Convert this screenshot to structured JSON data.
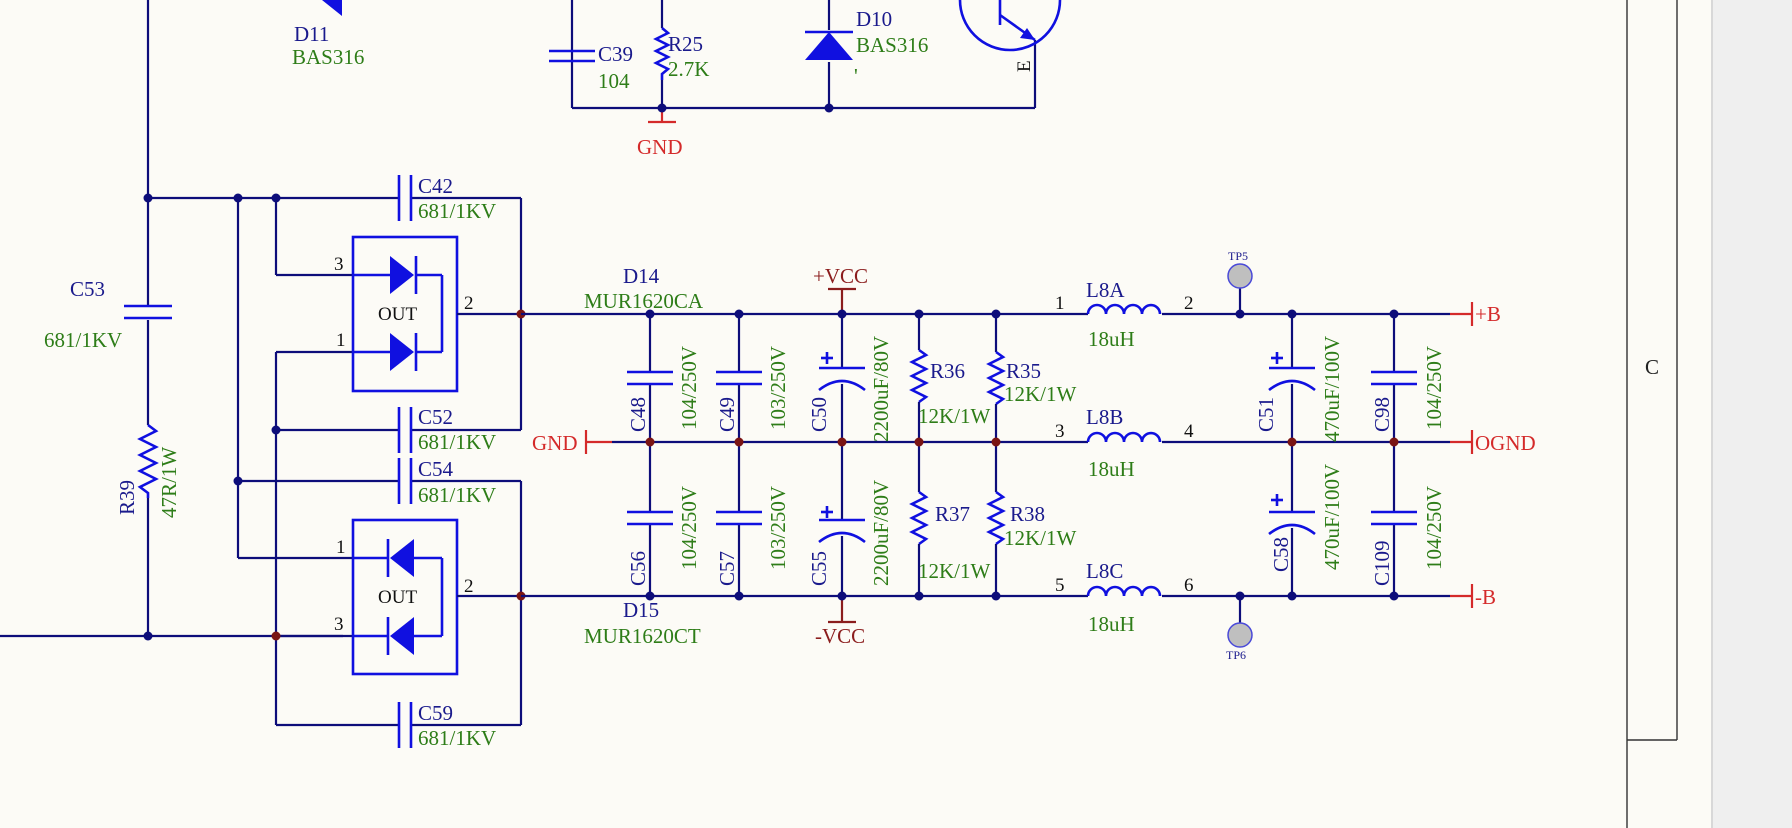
{
  "components": {
    "D11": {
      "ref": "D11",
      "value": "BAS316"
    },
    "D10": {
      "ref": "D10",
      "value": "BAS316"
    },
    "C39": {
      "ref": "C39",
      "value": "104"
    },
    "R25": {
      "ref": "R25",
      "value": "2.7K"
    },
    "Q_pin_E": "E",
    "C42": {
      "ref": "C42",
      "value": "681/1KV"
    },
    "C52": {
      "ref": "C52",
      "value": "681/1KV"
    },
    "C54": {
      "ref": "C54",
      "value": "681/1KV"
    },
    "C59": {
      "ref": "C59",
      "value": "681/1KV"
    },
    "C53": {
      "ref": "C53",
      "value": "681/1KV"
    },
    "R39": {
      "ref": "R39",
      "value": "47R/1W"
    },
    "D14": {
      "ref": "D14",
      "value": "MUR1620CA",
      "pins": [
        "3",
        "1",
        "2"
      ],
      "label": "OUT"
    },
    "D15": {
      "ref": "D15",
      "value": "MUR1620CT",
      "pins": [
        "1",
        "3",
        "2"
      ],
      "label": "OUT"
    },
    "C48": {
      "ref": "C48",
      "value": "104/250V"
    },
    "C49": {
      "ref": "C49",
      "value": "103/250V"
    },
    "C50": {
      "ref": "C50",
      "value": "2200uF/80V"
    },
    "C56": {
      "ref": "C56",
      "value": "104/250V"
    },
    "C57": {
      "ref": "C57",
      "value": "103/250V"
    },
    "C55": {
      "ref": "C55",
      "value": "2200uF/80V"
    },
    "R36": {
      "ref": "R36",
      "value": "12K/1W"
    },
    "R35": {
      "ref": "R35",
      "value": "12K/1W"
    },
    "R37": {
      "ref": "R37",
      "value": "12K/1W"
    },
    "R38": {
      "ref": "R38",
      "value": "12K/1W"
    },
    "L8A": {
      "ref": "L8A",
      "value": "18uH",
      "pin_in": "1",
      "pin_out": "2"
    },
    "L8B": {
      "ref": "L8B",
      "value": "18uH",
      "pin_in": "3",
      "pin_out": "4"
    },
    "L8C": {
      "ref": "L8C",
      "value": "18uH",
      "pin_in": "5",
      "pin_out": "6"
    },
    "C51": {
      "ref": "C51",
      "value": "470uF/100V"
    },
    "C58": {
      "ref": "C58",
      "value": "470uF/100V"
    },
    "C98": {
      "ref": "C98",
      "value": "104/250V"
    },
    "C109": {
      "ref": "C109",
      "value": "104/250V"
    },
    "TP5": {
      "ref": "TP5"
    },
    "TP6": {
      "ref": "TP6"
    }
  },
  "nets": {
    "gnd_top": "GND",
    "gnd_left": "GND",
    "pos_vcc": "+VCC",
    "neg_vcc": "-VCC",
    "pos_b": "+B",
    "ognd": "OGND",
    "neg_b": "-B"
  },
  "sheet": {
    "zone_label": "C"
  },
  "colors": {
    "wire": "#0d0d7a",
    "component": "#1010e0",
    "power_port": "#d42a2a",
    "reference": "#1a1a8c",
    "value": "#2e7d18"
  }
}
